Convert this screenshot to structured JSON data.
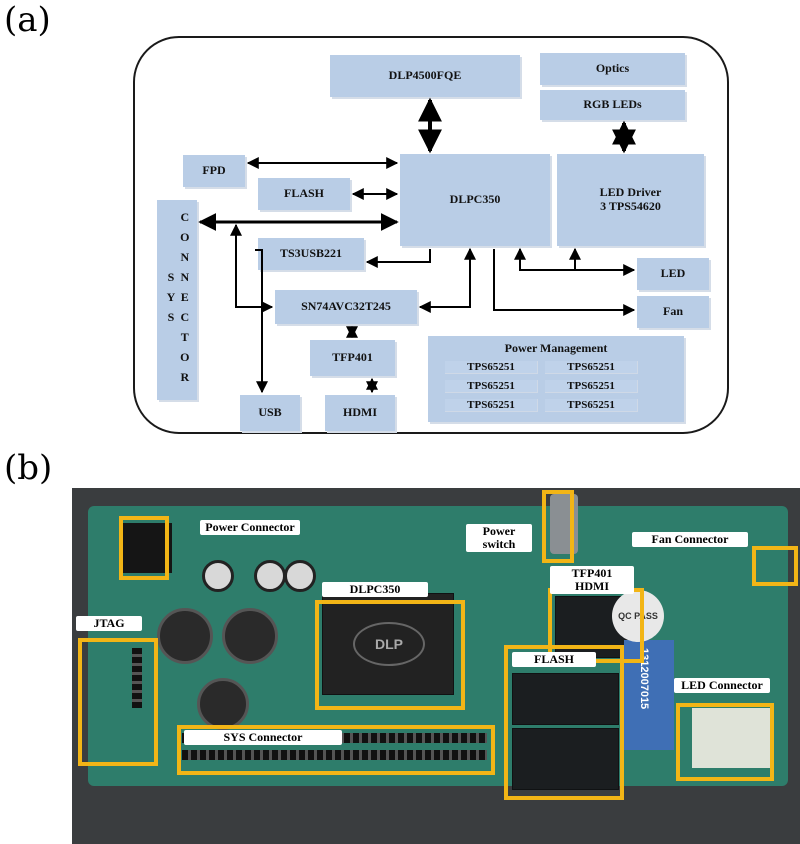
{
  "panels": {
    "a": "(a)",
    "b": "(b)"
  },
  "diagram": {
    "blocks": {
      "dlp4500": "DLP4500FQE",
      "optics": "Optics",
      "rgb_leds": "RGB LEDs",
      "fpd": "FPD",
      "flash": "FLASH",
      "dlpc350": "DLPC350",
      "led_driver_line1": "LED Driver",
      "led_driver_line2": "3 TPS54620",
      "sys_connector": "SYS CONNECTOR",
      "ts3usb221": "TS3USB221",
      "sn74": "SN74AVC32T245",
      "led": "LED",
      "fan": "Fan",
      "tfp401": "TFP401",
      "usb": "USB",
      "hdmi": "HDMI"
    },
    "power_management": {
      "title": "Power Management",
      "cells": [
        "TPS65251",
        "TPS65251",
        "TPS65251",
        "TPS65251",
        "TPS65251",
        "TPS65251"
      ]
    }
  },
  "photo": {
    "labels": {
      "power_connector": "Power Connector",
      "power_switch": "Power switch",
      "fan_connector": "Fan Connector",
      "dlpc350": "DLPC350",
      "tfp401_hdmi": "TFP401 HDMI",
      "jtag": "JTAG",
      "flash": "FLASH",
      "led_connector": "LED Connector",
      "sys_connector": "SYS Connector"
    },
    "chip_text": {
      "dlp_logo": "DLP",
      "qc_pass": "QC PASS",
      "serial": "1312007015"
    },
    "highlight_color": "#f2b516"
  }
}
